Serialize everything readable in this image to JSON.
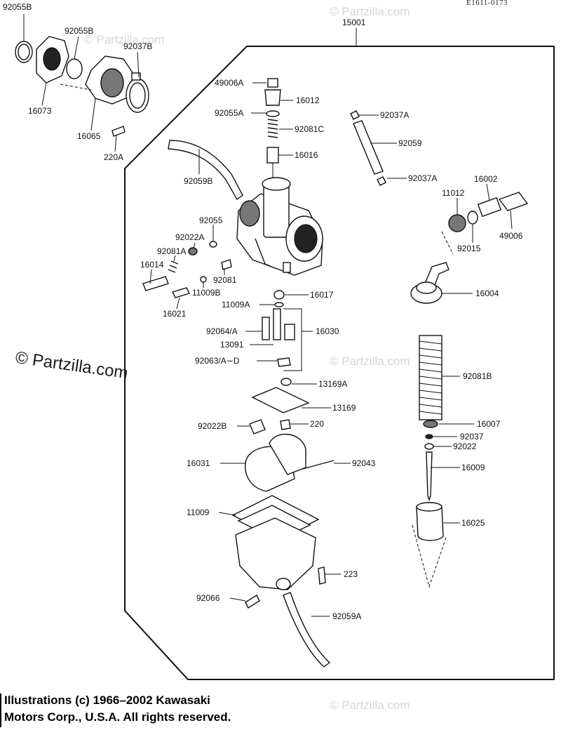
{
  "diagram_code": "E1611-0173",
  "watermark": "© Partzilla.com",
  "watermark_faint": "© Partzilla.com",
  "copyright": {
    "line1": "Illustrations (c) 1966–2002 Kawasaki",
    "line2": "Motors Corp., U.S.A.  All rights reserved."
  },
  "parts": [
    "92055B",
    "92055B",
    "92037B",
    "16073",
    "16065",
    "220A",
    "15001",
    "49006A",
    "16012",
    "92055A",
    "92081C",
    "16016",
    "92037A",
    "92059",
    "92037A",
    "92059B",
    "16002",
    "11012",
    "49006",
    "92015",
    "92055",
    "92022A",
    "92081A",
    "16014",
    "92081",
    "11009B",
    "16021",
    "16004",
    "16017",
    "11009A",
    "92064/A",
    "16030",
    "13091",
    "92063/A∼D",
    "13169A",
    "13169",
    "92081B",
    "92022B",
    "220",
    "16007",
    "92037",
    "92022",
    "16031",
    "92043",
    "16009",
    "11009",
    "16025",
    "223",
    "92066",
    "92059A"
  ]
}
